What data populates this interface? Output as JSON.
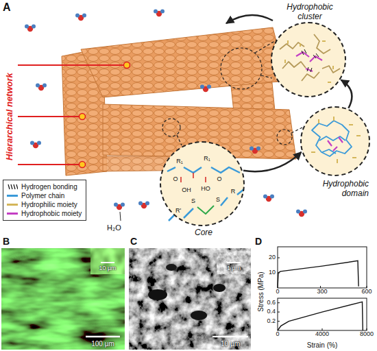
{
  "diagram": {
    "nodes": [
      {
        "text": [
          "Hydrophobic cluster"
        ]
      },
      {
        "text": [
          "Hydrophobic domain"
        ]
      },
      {
        "text": [
          "Core"
        ]
      }
    ],
    "edges": [
      {
        "from": 2,
        "to": 1,
        "arrow": "to"
      },
      {
        "from": 1,
        "to": 0,
        "arrow": "to"
      }
    ],
    "labels": [
      "A",
      "Hierarchical network",
      "R₁",
      "R₁",
      "O",
      "OH",
      "HO",
      "O",
      "S",
      "S",
      "R",
      "R'",
      "H₂O",
      "B",
      "10 µm",
      "100 µm",
      "C",
      "1 µm",
      "10 µm",
      "D",
      "20",
      "10",
      "0",
      "300",
      "600",
      "0.6",
      "0.4",
      "0.2",
      "0",
      "4000",
      "8000",
      "Stress (MPa)",
      "Strain (%)"
    ],
    "legend": [
      {
        "text": "Hydrogen bonding"
      },
      {
        "text": "Polymer chain",
        "color": "#3a9ad9"
      },
      {
        "text": "Hydrophilic moiety",
        "color": "#d4b65a"
      },
      {
        "text": "Hydrophobic moiety",
        "color": "#c43fc4"
      }
    ]
  }
}
